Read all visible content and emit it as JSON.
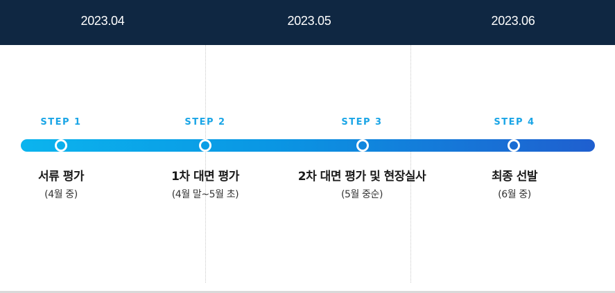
{
  "header": {
    "months": [
      "2023.04",
      "2023.05",
      "2023.06"
    ]
  },
  "timeline": {
    "steps": [
      {
        "label": "STEP 1",
        "title": "서류 평가",
        "period": "(4월 중)"
      },
      {
        "label": "STEP 2",
        "title": "1차 대면 평가",
        "period": "(4월 말~5월 초)"
      },
      {
        "label": "STEP 3",
        "title": "2차 대면 평가 및 현장실사",
        "period": "(5월 중순)"
      },
      {
        "label": "STEP 4",
        "title": "최종 선발",
        "period": "(6월 중)"
      }
    ]
  },
  "colors": {
    "header_bg": "#0f2742",
    "step_label": "#1aa5e6",
    "track_start": "#0bb4ee",
    "track_end": "#1f5fcf"
  }
}
